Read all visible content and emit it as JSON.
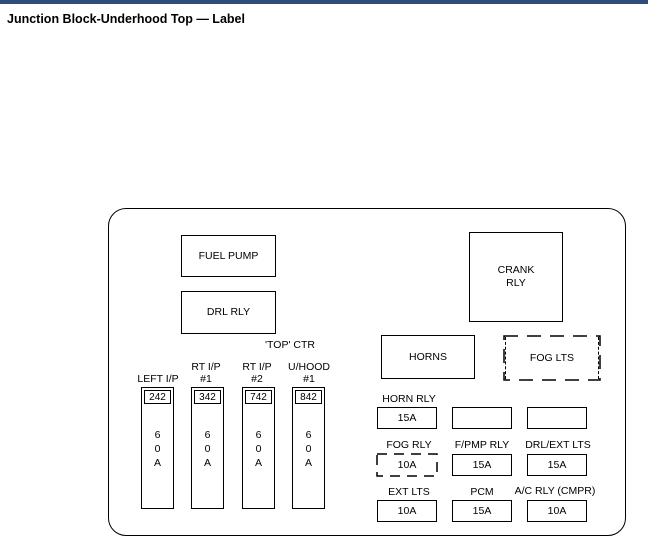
{
  "title": "Junction Block-Underhood Top — Label",
  "relays": {
    "fuel_pump": "FUEL PUMP",
    "drl_rly": "DRL RLY",
    "crank_rly": "CRANK\nRLY",
    "horns": "HORNS",
    "fog_lts": "FOG LTS"
  },
  "top_ctr_label": "'TOP'  CTR",
  "maxi_fuses": [
    {
      "label": "LEFT I/P",
      "number": "242",
      "rating": "6\n0\nA"
    },
    {
      "label": "RT I/P\n#1",
      "number": "342",
      "rating": "6\n0\nA"
    },
    {
      "label": "RT I/P\n#2",
      "number": "742",
      "rating": "6\n0\nA"
    },
    {
      "label": "U/HOOD\n#1",
      "number": "842",
      "rating": "6\n0\nA"
    }
  ],
  "mini_fuses": {
    "row1": [
      {
        "label": "HORN RLY",
        "value": "15A"
      },
      {
        "label": "",
        "value": ""
      },
      {
        "label": "",
        "value": ""
      }
    ],
    "row2": [
      {
        "label": "FOG RLY",
        "value": "10A"
      },
      {
        "label": "F/PMP RLY",
        "value": "15A"
      },
      {
        "label": "DRL/EXT LTS",
        "value": "15A"
      }
    ],
    "row3": [
      {
        "label": "EXT LTS",
        "value": "10A"
      },
      {
        "label": "PCM",
        "value": "15A"
      },
      {
        "label": "A/C RLY (CMPR)",
        "value": "10A"
      }
    ]
  }
}
